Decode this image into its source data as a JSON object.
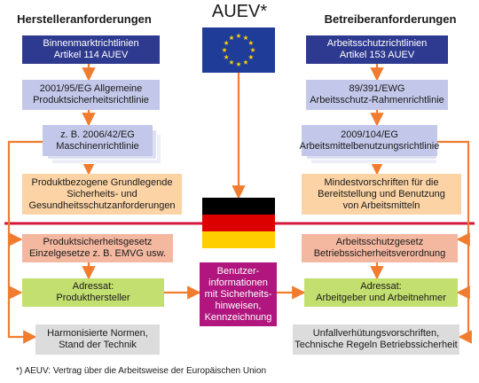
{
  "title": "AUEV*",
  "left_heading": "Herstelleranforderungen",
  "right_heading": "Betreiberanforderungen",
  "left": {
    "box1": "Binnenmarktrichtlinien\nArtikel 114 AUEV",
    "box2": "2001/95/EG Allgemeine\nProduktsicherheitsrichtlinie",
    "box3": "z. B. 2006/42/EG\nMaschinenrichtlinie",
    "box4": "Produktbezogene Grundlegende\nSicherheits- und\nGesundheitsschutzanforderungen",
    "box5": "Produktsicherheitsgesetz\nEinzelgesetze z. B. EMVG usw.",
    "box6": "Adressat:\nProdukthersteller",
    "box7": "Harmonisierte Normen,\nStand der Technik"
  },
  "right": {
    "box1": "Arbeitsschutzrichtlinien\nArtikel 153 AUEV",
    "box2": "89/391/EWG\nArbeitsschutz-Rahmenrichtlinie",
    "box3": "2009/104/EG\nArbeitsmittelbenutzungsrichtlinie",
    "box4": "Mindestvorschriften für die\nBereitstellung und Benutzung\nvon Arbeitsmitteln",
    "box5": "Arbeitsschutzgesetz\nBetriebssicherheitsverordnung",
    "box6": "Adressat:\nArbeitgeber und Arbeitnehmer",
    "box7": "Unfallverhütungsvorschriften,\nTechnische Regeln Betriebssicherheit"
  },
  "center_box": "Benutzer-\ninformationen\nmit Sicherheits-\nhinweisen,\nKennzeichnung",
  "footnote": "*) AEUV: Vertrag über die Arbeitsweise der Europäischen Union",
  "colors": {
    "arrow": "#f07d2f",
    "eu_blue": "#1f3c99",
    "eu_star": "#ffd200",
    "de_black": "#000000",
    "de_red": "#dd0000",
    "de_gold": "#ffce00",
    "divider_red": "#d4153d"
  },
  "icons": [
    "eu-flag-icon",
    "german-flag-icon"
  ]
}
